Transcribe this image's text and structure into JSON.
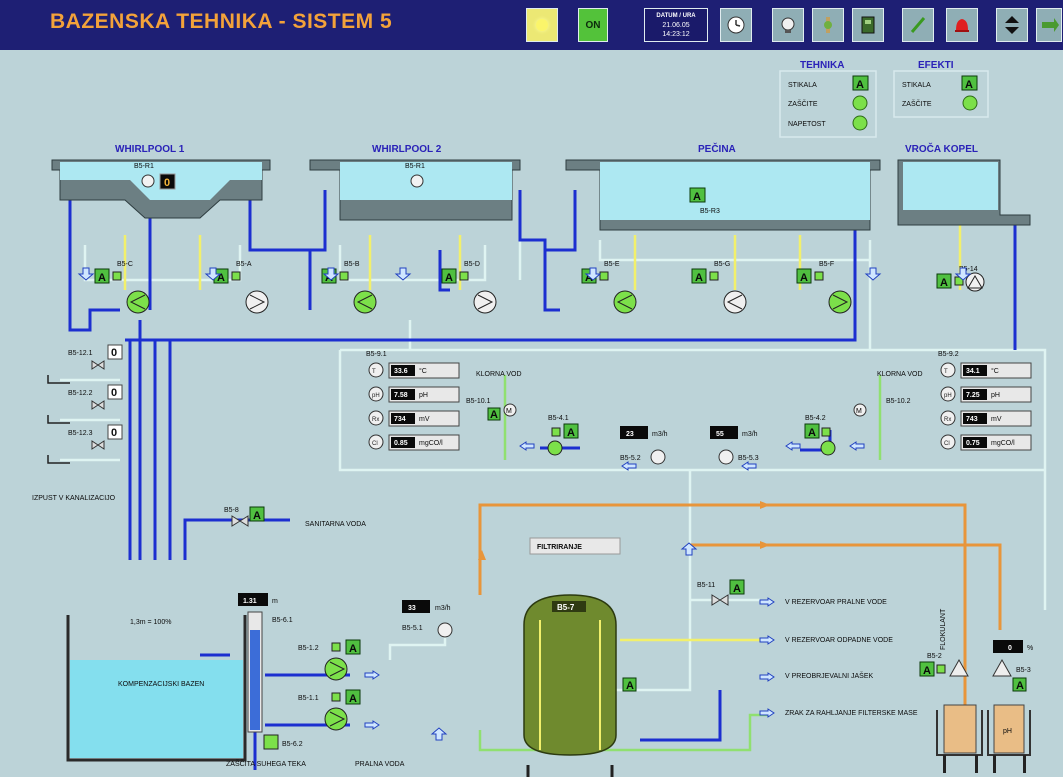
{
  "header": {
    "title": "BAZENSKA TEHNIKA - SISTEM 5",
    "on_label": "ON",
    "datetime_label": "DATUM / URA",
    "date": "21.06.05",
    "time": "14:23:12"
  },
  "panels": {
    "tehnika": {
      "title": "TEHNIKA",
      "rows": [
        {
          "label": "STIKALA",
          "status": "A"
        },
        {
          "label": "ZAŠČITE",
          "status": ""
        },
        {
          "label": "NAPETOST",
          "status": ""
        }
      ]
    },
    "efekti": {
      "title": "EFEKTI",
      "rows": [
        {
          "label": "STIKALA",
          "status": "A"
        },
        {
          "label": "ZAŠČITE",
          "status": ""
        }
      ]
    }
  },
  "pools": {
    "wp1": {
      "title": "WHIRLPOOL 1",
      "sensor": "B5-R1",
      "value": "0"
    },
    "wp2": {
      "title": "WHIRLPOOL 2",
      "sensor": "B5-R1"
    },
    "pecina": {
      "title": "PEČINA",
      "sensor": "B5-R3",
      "status": "A"
    },
    "vroca": {
      "title": "VROČA KOPEL"
    }
  },
  "pumps": [
    {
      "tag": "B5-C",
      "status": "A"
    },
    {
      "tag": "B5-A",
      "status": "A"
    },
    {
      "tag": "B5-B",
      "status": "A"
    },
    {
      "tag": "B5-D",
      "status": "A"
    },
    {
      "tag": "B5-E",
      "status": "A"
    },
    {
      "tag": "B5-G",
      "status": "A"
    },
    {
      "tag": "B5-F",
      "status": "A"
    },
    {
      "tag": "B5-14",
      "status": "A"
    }
  ],
  "drains": [
    {
      "tag": "B5-12.1",
      "value": "0"
    },
    {
      "tag": "B5-12.2",
      "value": "0"
    },
    {
      "tag": "B5-12.3",
      "value": "0"
    }
  ],
  "drain_label": "IZPUST V KANALIZACIJO",
  "water_quality_left": {
    "tag": "B5-9.1",
    "rows": [
      {
        "sym": "T",
        "value": "33.6",
        "unit": "°C"
      },
      {
        "sym": "pH",
        "value": "7.58",
        "unit": "pH"
      },
      {
        "sym": "Rx",
        "value": "734",
        "unit": "mV"
      },
      {
        "sym": "Cl",
        "value": "0.85",
        "unit": "mgCO/l"
      }
    ]
  },
  "water_quality_right": {
    "tag": "B5-9.2",
    "rows": [
      {
        "sym": "T",
        "value": "34.1",
        "unit": "°C"
      },
      {
        "sym": "pH",
        "value": "7.25",
        "unit": "pH"
      },
      {
        "sym": "Rx",
        "value": "743",
        "unit": "mV"
      },
      {
        "sym": "Cl",
        "value": "0.75",
        "unit": "mgCO/l"
      }
    ]
  },
  "chlorine_left": {
    "label": "KLORNA VOD",
    "tag": "B5-10.1",
    "status": "A"
  },
  "chlorine_right": {
    "label": "KLORNA VOD",
    "tag": "B5-10.2"
  },
  "dosing_left": {
    "tag": "B5-4.1",
    "status": "A"
  },
  "dosing_right": {
    "tag": "B5-4.2",
    "status": "A"
  },
  "flows": {
    "f52": {
      "tag": "B5-5.2",
      "value": "23",
      "unit": "m3/h"
    },
    "f53": {
      "tag": "B5-5.3",
      "value": "55",
      "unit": "m3/h"
    },
    "f51": {
      "tag": "B5-5.1",
      "value": "33",
      "unit": "m3/h"
    }
  },
  "sanitary": {
    "tag": "B5-8",
    "status": "A",
    "label": "SANITARNA VODA"
  },
  "tank": {
    "title": "KOMPENZACIJSKI BAZEN",
    "level_note": "1,3m = 100%",
    "level_value": "1.31",
    "level_unit": "m",
    "level_tag": "B5-6.1",
    "dry_run_tag": "B5-6.2",
    "dry_run_label": "ZAŠČITA SUHEGA TEKA"
  },
  "feed_pumps": [
    {
      "tag": "B5-1.2",
      "status": "A"
    },
    {
      "tag": "B5-1.1",
      "status": "A"
    }
  ],
  "filter": {
    "title": "FILTRIRANJE",
    "tag": "B5-7",
    "valve_status": "A"
  },
  "outputs": {
    "v11": {
      "tag": "B5-11",
      "status": "A"
    },
    "rez_pralne": "V REZERVOAR PRALNE VODE",
    "rez_odpadne": "V REZERVOAR ODPADNE VODE",
    "preobr": "V PREOBRJEVALNI JAŠEK",
    "zrak": "ZRAK ZA RAHLJANJE FILTERSKE MASE",
    "pralna": "PRALNA VODA"
  },
  "flokulant": {
    "label": "FLOKULANT",
    "pump_tag": "B5-2",
    "pump_status": "A",
    "ph_tag": "B5-3",
    "ph_status": "A",
    "percent": "0",
    "percent_unit": "%",
    "tank_label": "pH"
  },
  "colors": {
    "header_bg": "#1e1f74",
    "title": "#f3a23a",
    "panel_bg": "#bcd3d8",
    "pipe_blue": "#1c2fd0",
    "pipe_orange": "#e8953a",
    "status_green": "#50c040"
  }
}
